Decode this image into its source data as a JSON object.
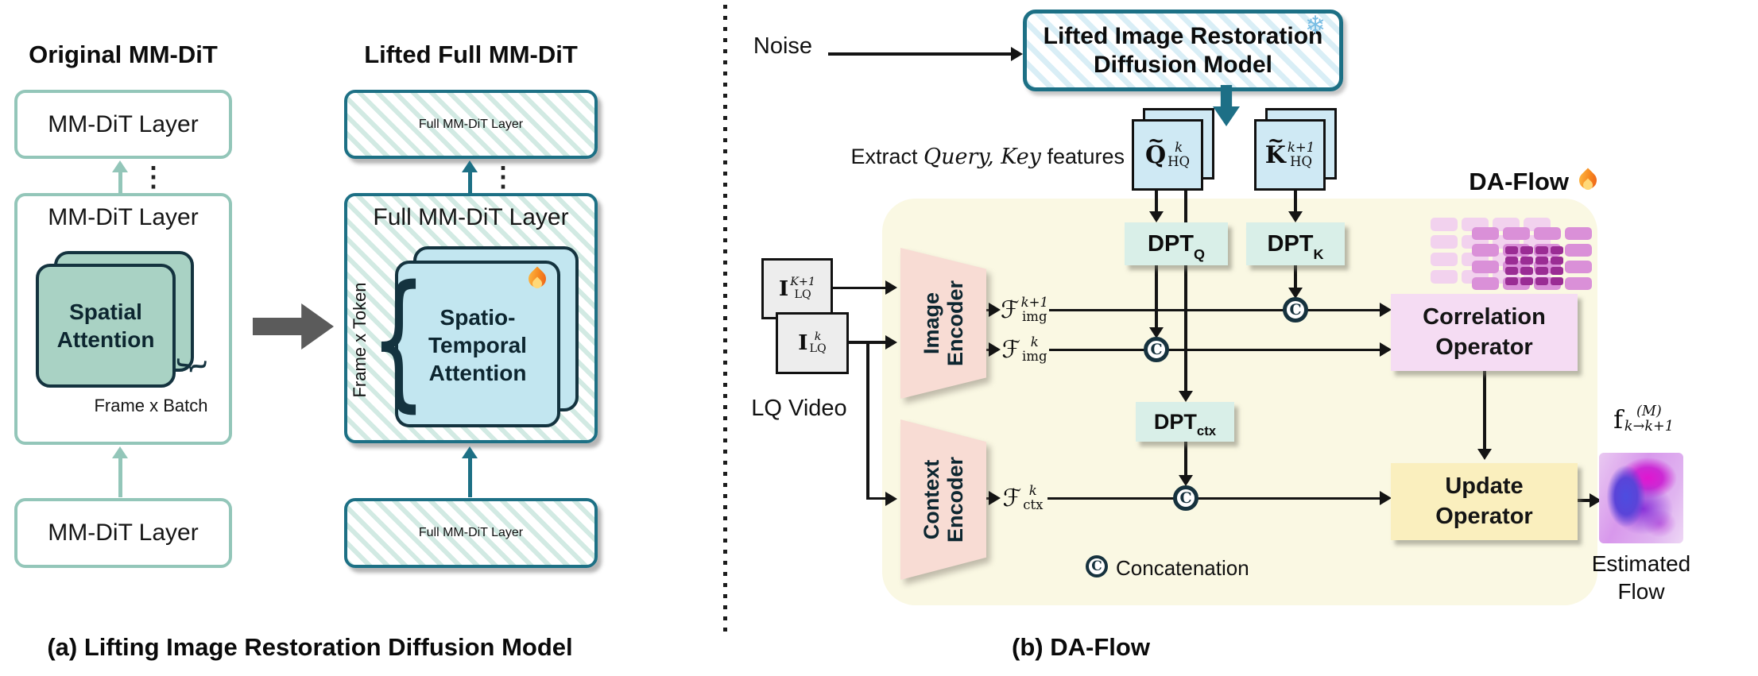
{
  "panel_a": {
    "caption": "(a) Lifting Image Restoration Diffusion Model",
    "left": {
      "title": "Original MM-DiT",
      "top_box": "MM-DiT Layer",
      "mid_box_title": "MM-DiT Layer",
      "bottom_box": "MM-DiT Layer",
      "ellipsis": "⋮",
      "card_line1": "Spatial",
      "card_line2": "Attention",
      "count_label": "Frame x Batch",
      "squiggle": "}"
    },
    "right": {
      "title": "Lifted Full MM-DiT",
      "top_box": "Full MM-DiT Layer",
      "mid_box_title": "Full MM-DiT Layer",
      "bottom_box": "Full MM-DiT Layer",
      "ellipsis": "⋮",
      "card_line1": "Spatio-Temporal",
      "card_line2": "Attention",
      "count_label": "Frame x Token",
      "brace": "{"
    }
  },
  "panel_b": {
    "caption": "(b) DA-Flow",
    "noise_label": "Noise",
    "diffusion_box_line1": "Lifted Image Restoration",
    "diffusion_box_line2": "Diffusion Model",
    "snowflake_icon": "❄",
    "extract_prefix": "Extract ",
    "extract_math": "Query, Key",
    "extract_suffix": " features",
    "q_feature": {
      "tilde": "~",
      "base": "Q",
      "sup": "k",
      "sub": "HQ"
    },
    "k_feature": {
      "tilde": "~",
      "base": "K",
      "sup": "k+1",
      "sub": "HQ"
    },
    "da_flow_label": "DA-Flow",
    "lq_frame_next": {
      "base": "I",
      "sup": "K+1",
      "sub": "LQ"
    },
    "lq_frame_cur": {
      "base": "I",
      "sup": "k",
      "sub": "LQ"
    },
    "lq_video_label": "LQ Video",
    "image_encoder_line1": "Image",
    "image_encoder_line2": "Encoder",
    "context_encoder_line1": "Context",
    "context_encoder_line2": "Encoder",
    "feat_img_next": {
      "base": "ℱ",
      "sup": "k+1",
      "sub": "img"
    },
    "feat_img_cur": {
      "base": "ℱ",
      "sup": "k",
      "sub": "img"
    },
    "feat_ctx": {
      "base": "ℱ",
      "sup": "k",
      "sub": "ctx"
    },
    "dpt_q": {
      "base": "DPT",
      "sub": "Q"
    },
    "dpt_k": {
      "base": "DPT",
      "sub": "K"
    },
    "dpt_ctx": {
      "base": "DPT",
      "sub": "ctx"
    },
    "correlation_line1": "Correlation",
    "correlation_line2": "Operator",
    "update_line1": "Update",
    "update_line2": "Operator",
    "flow_output": {
      "base": "f",
      "sup": "(M)",
      "sub": "k→k+1"
    },
    "estimated_line1": "Estimated",
    "estimated_line2": "Flow",
    "concat_symbol": "C",
    "concat_legend": "Concatenation"
  },
  "colors": {
    "teal_dark": "#1d7085",
    "teal_light": "#93c6b9",
    "sage_card": "#a9d2c4",
    "blue_card": "#c2e6f0",
    "navy_border": "#14333f",
    "cream_panel": "#faf8e3",
    "feature_card_blue": "#cfe9f4",
    "encoder_pink": "#f8dcd4",
    "dpt_mint": "#d9efe8",
    "correlation_pink": "#f5dcf3",
    "update_yellow": "#faefbe",
    "grid_light": "#f2d2ee",
    "grid_mid": "#da90d8",
    "grid_dark": "#9a2c94"
  }
}
